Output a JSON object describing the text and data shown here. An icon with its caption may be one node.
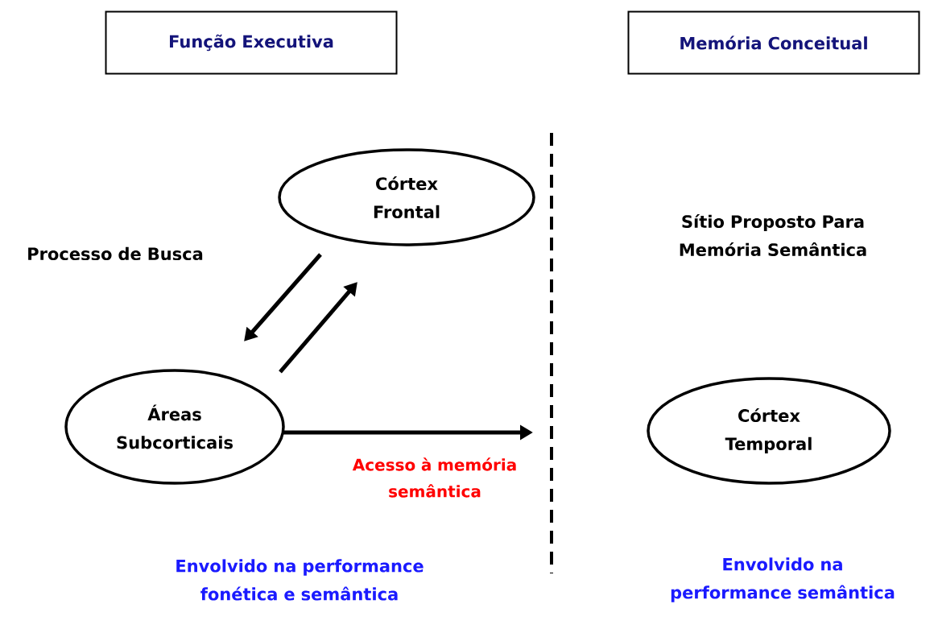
{
  "diagram": {
    "nodes": [
      {
        "text": [
          "Função Executiva"
        ]
      },
      {
        "text": [
          "Memória Conceitual"
        ]
      },
      {
        "text": [
          "Córtex Frontal"
        ]
      },
      {
        "text": [
          "Áreas Subcorticais"
        ]
      },
      {
        "text": [
          "Córtex Temporal"
        ]
      }
    ],
    "edges": [
      {
        "from": 2,
        "to": 3,
        "arrow": "to"
      },
      {
        "from": 3,
        "to": 2,
        "arrow": "to"
      },
      {
        "from": 3,
        "to": null,
        "arrow": "to",
        "label": "Acesso à memória semântica"
      }
    ],
    "labels": [
      "Processo de Busca",
      "Sítio Proposto Para Memória Semântica",
      "Envolvido na performance fonética e semântica",
      "Envolvido na performance semântica"
    ]
  }
}
